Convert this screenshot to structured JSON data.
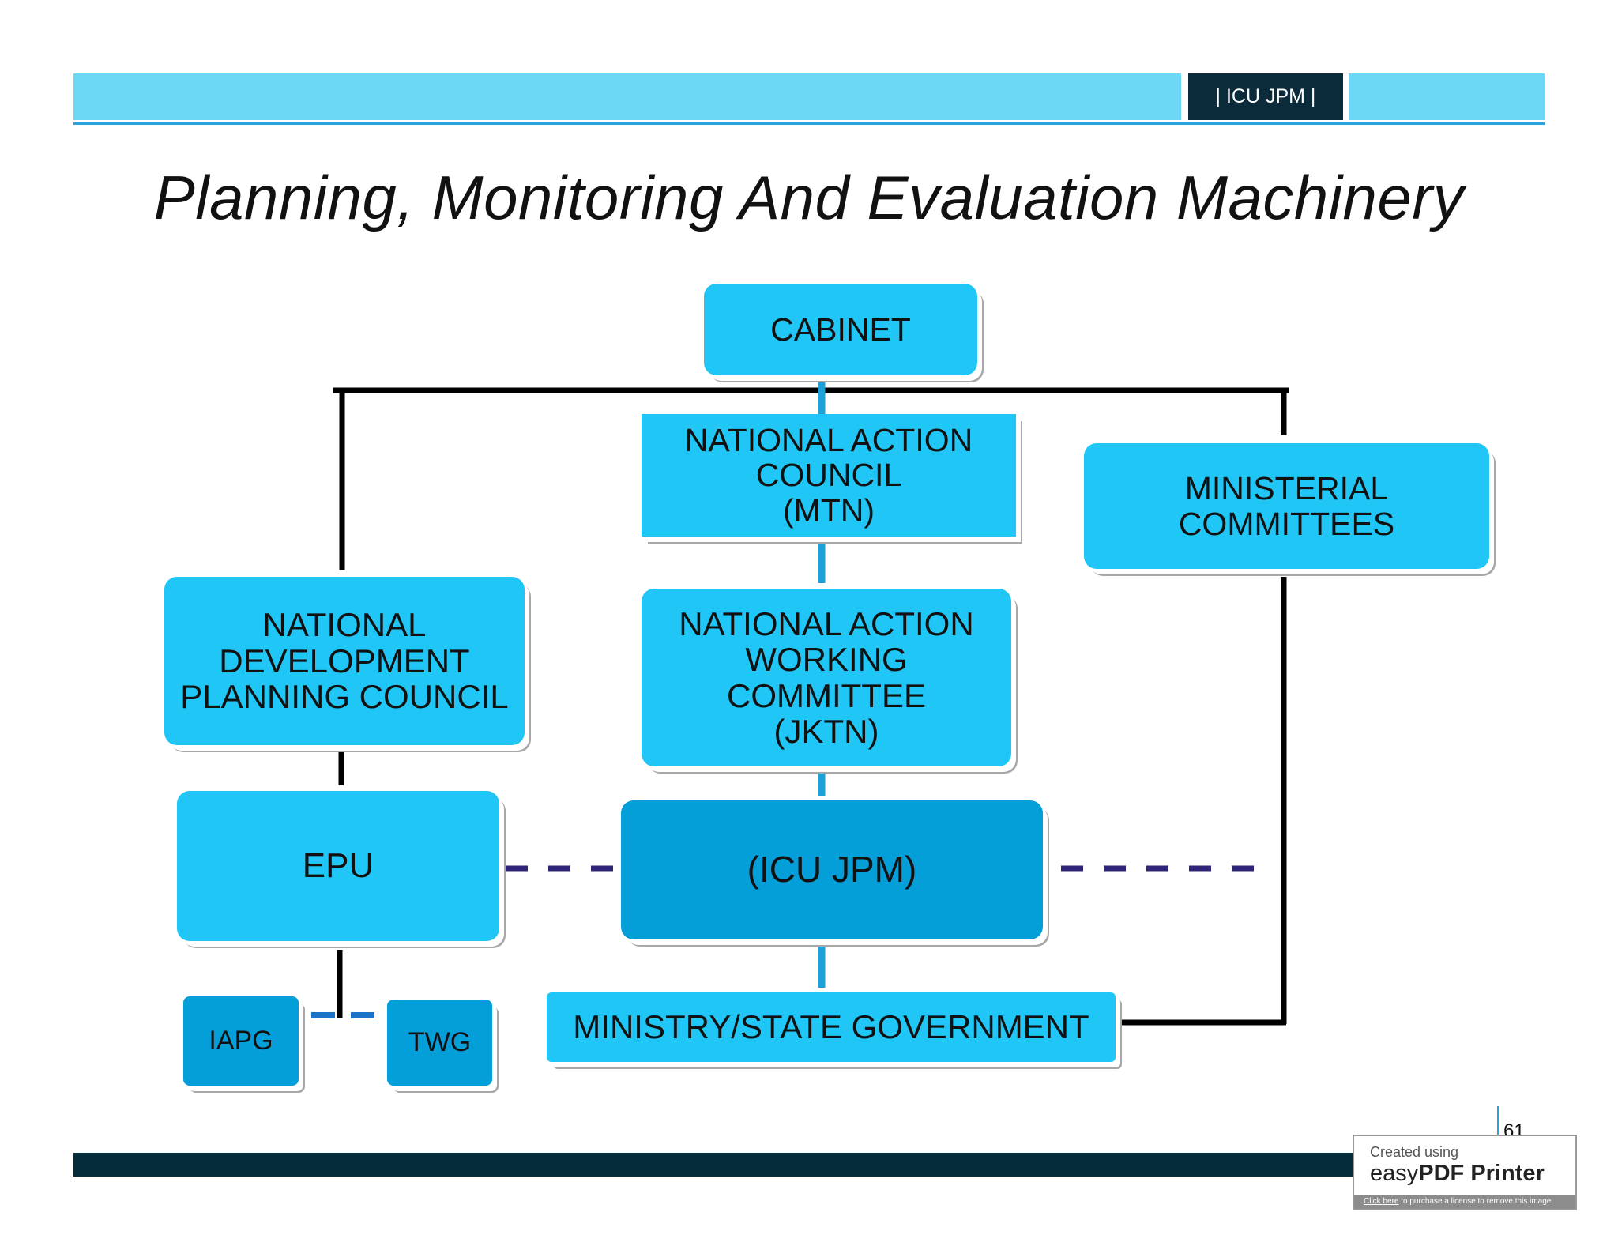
{
  "header": {
    "tag": "| ICU JPM |"
  },
  "title": "Planning, Monitoring And Evaluation Machinery",
  "nodes": {
    "cabinet": "CABINET",
    "mtn": "NATIONAL ACTION\nCOUNCIL\n(MTN)",
    "ministerial": "MINISTERIAL\nCOMMITTEES",
    "ndpc": "NATIONAL\nDEVELOPMENT\nPLANNING COUNCIL",
    "jktn": "NATIONAL ACTION\nWORKING\nCOMMITTEE\n(JKTN)",
    "epu": "EPU",
    "icu": "(ICU JPM)",
    "iapg": "IAPG",
    "twg": "TWG",
    "ministry": "MINISTRY/STATE GOVERNMENT"
  },
  "colors": {
    "box": "#20c6f6",
    "box_dark": "#049ed8",
    "header_bar": "#6dd8f6",
    "header_tag_bg": "#0b2a3a",
    "footer_bar": "#052c3b",
    "solid_connector": "#000000",
    "blue_connector": "#1ea0d8",
    "dashed_connector": "#2e2478"
  },
  "footer": {
    "page_number": "61"
  },
  "watermark": {
    "created": "Created using",
    "brand_light": "easy",
    "brand_bold": "PDF Printer",
    "link": "Click here",
    "rest": " to purchase a license to remove this image"
  }
}
